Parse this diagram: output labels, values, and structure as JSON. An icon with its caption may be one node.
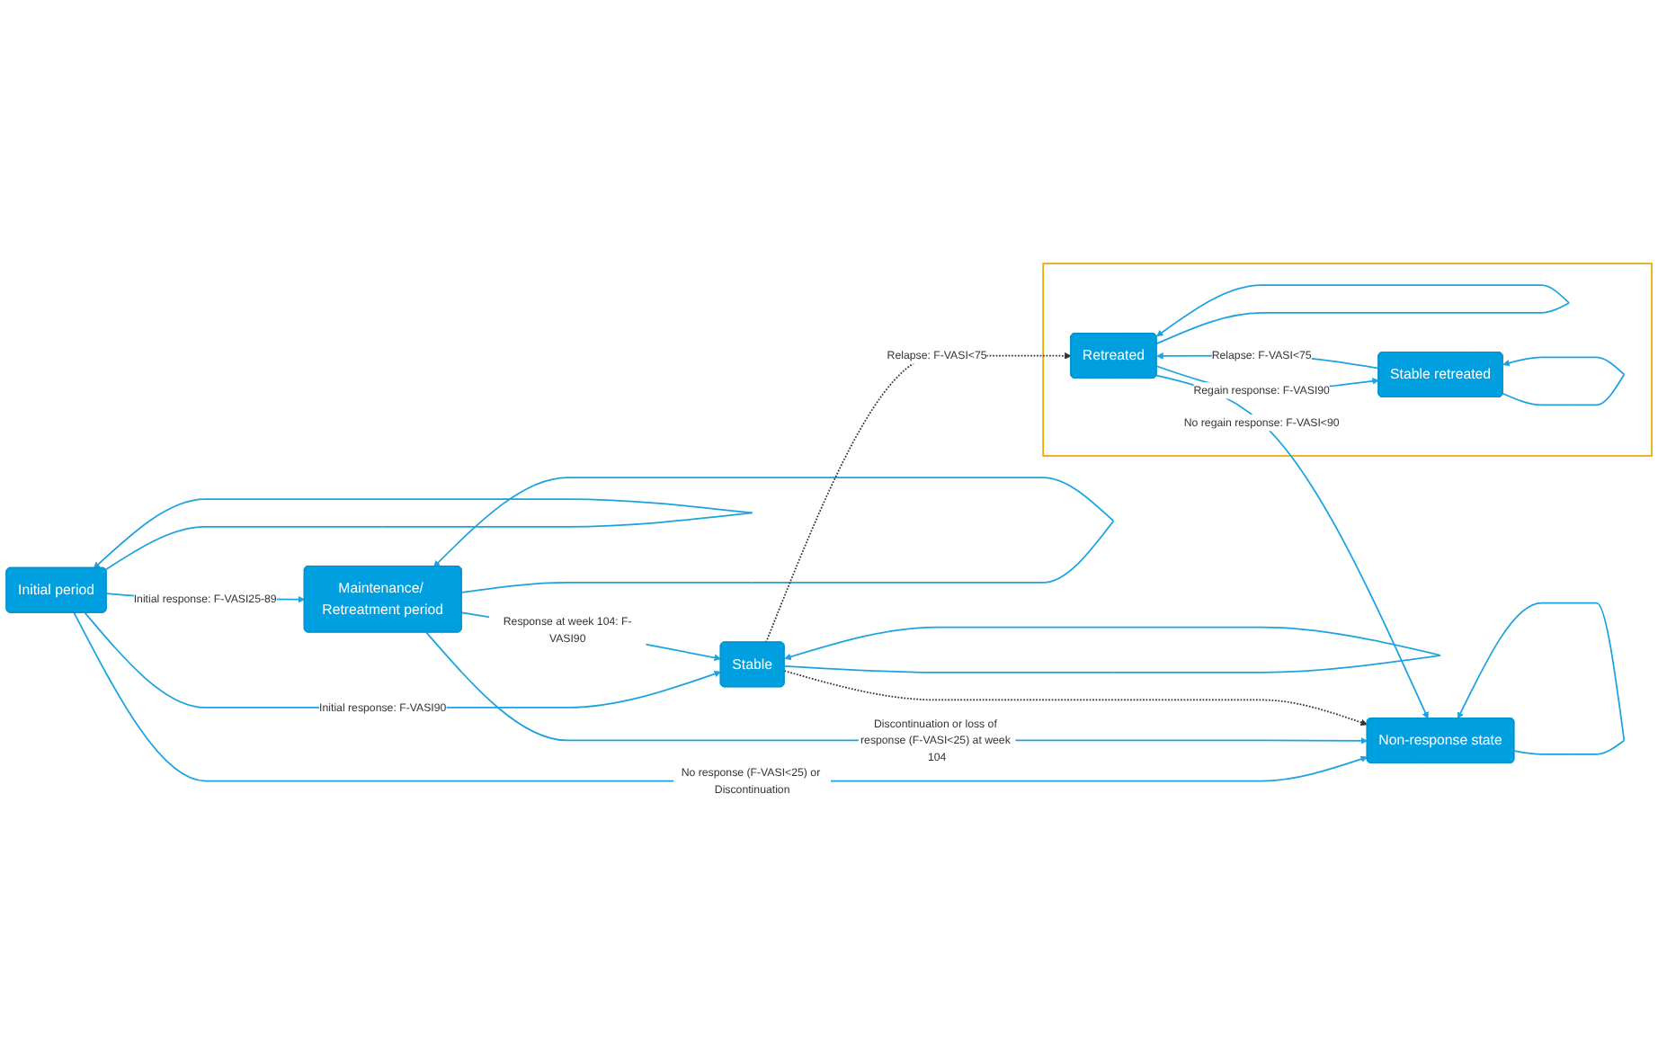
{
  "diagram": {
    "nodes": [
      {
        "text": [
          "Initial period"
        ]
      },
      {
        "text": [
          "Maintenance/ Retreatment period"
        ]
      },
      {
        "text": [
          "Stable"
        ]
      },
      {
        "text": [
          "Non-response state"
        ]
      },
      {
        "text": [],
        "shape": "box"
      },
      {
        "text": [
          "Retreated"
        ],
        "in": 4
      },
      {
        "text": [
          "Stable retreated"
        ],
        "in": 4
      }
    ],
    "edges": [
      {
        "from": 0,
        "to": 0,
        "arrow": "to"
      },
      {
        "from": 0,
        "to": 2,
        "arrow": "to",
        "label": "Initial response: F-VASI90"
      },
      {
        "from": 0,
        "to": 1,
        "arrow": "to",
        "label": "Initial response: F-VASI25-89"
      },
      {
        "from": 1,
        "to": 1,
        "arrow": "to"
      },
      {
        "from": 1,
        "to": 2,
        "arrow": "to",
        "label": "Response at week 104: F-VASI90"
      },
      {
        "from": 2,
        "to": 2,
        "arrow": "to"
      },
      {
        "from": 0,
        "to": 3,
        "arrow": "to",
        "label": "No response (F-VASI<25) or Discontinuation"
      },
      {
        "from": 1,
        "to": 3,
        "arrow": "to",
        "label": "Discontinuation or loss of response (F-VASI<25) at week 104"
      },
      {
        "from": 2,
        "to": 3,
        "arrow": "to",
        "style": "dashed",
        "color": "#333333"
      },
      {
        "from": 2,
        "to": 5,
        "arrow": "to",
        "style": "dashed",
        "color": "#333333",
        "label": "Relapse: F-VASI<75"
      },
      {
        "from": 3,
        "to": 3,
        "arrow": "to"
      },
      {
        "from": 5,
        "to": 3,
        "arrow": "to",
        "label": "No regain response: F-VASI<90"
      },
      {
        "from": 5,
        "to": 5,
        "arrow": "to"
      },
      {
        "from": 5,
        "to": 6,
        "arrow": "to",
        "label": "Regain response: F-VASI90"
      },
      {
        "from": 6,
        "to": 6,
        "arrow": "to"
      },
      {
        "from": 6,
        "to": 5,
        "arrow": "to",
        "label": "Relapse: F-VASI<75"
      }
    ]
  }
}
